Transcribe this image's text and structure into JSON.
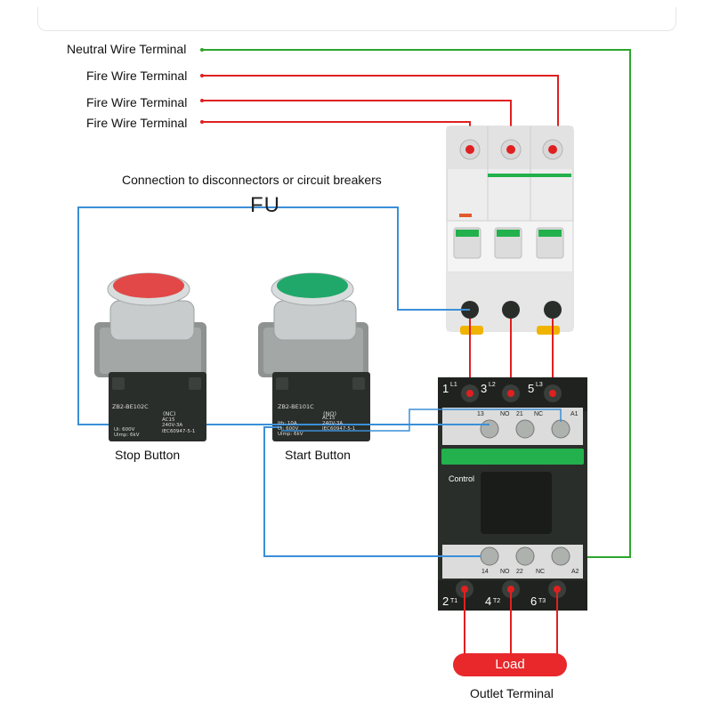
{
  "labels": {
    "neutral_terminal": "Neutral Wire Terminal",
    "fire_terminal_1": "Fire Wire Terminal",
    "fire_terminal_2": "Fire Wire Terminal",
    "fire_terminal_3": "Fire Wire Terminal",
    "connection_note": "Connection to disconnectors or circuit breakers",
    "fuse": "FU",
    "stop_button": "Stop Button",
    "start_button": "Start Button",
    "load": "Load",
    "outlet_terminal": "Outlet Terminal"
  },
  "contactor": {
    "top_terminals": [
      "1",
      "L1",
      "3",
      "L2",
      "5",
      "L3"
    ],
    "aux_top": [
      "13",
      "NO",
      "21",
      "NC",
      "A1"
    ],
    "aux_bottom": [
      "14",
      "NO",
      "22",
      "NC",
      "A2"
    ],
    "control_label": "Control",
    "bottom_terminals": [
      "2",
      "T1",
      "4",
      "T2",
      "6",
      "T3"
    ]
  },
  "stop_switch": {
    "model": "ZB2-BE102C",
    "contact": "(NC)",
    "ratings": [
      "AC15",
      "240V-3A",
      "Ui: 600V",
      "Uimp: 6kV",
      "IEC60947-5-1"
    ]
  },
  "start_switch": {
    "model": "ZB2-BE101C",
    "contact": "(NO)",
    "ratings": [
      "AC15",
      "240V-3A",
      "Ith: 10A",
      "Ui: 600V",
      "Uimp: 6kV",
      "IEC60947-5-1"
    ]
  },
  "colors": {
    "fire_wire": "#e02020",
    "neutral_wire": "#2ca52c",
    "control_wire": "#3a8fd8",
    "device_dark": "#2a2e2a",
    "accent_green": "#22b14c",
    "load_red": "#e8282b"
  }
}
